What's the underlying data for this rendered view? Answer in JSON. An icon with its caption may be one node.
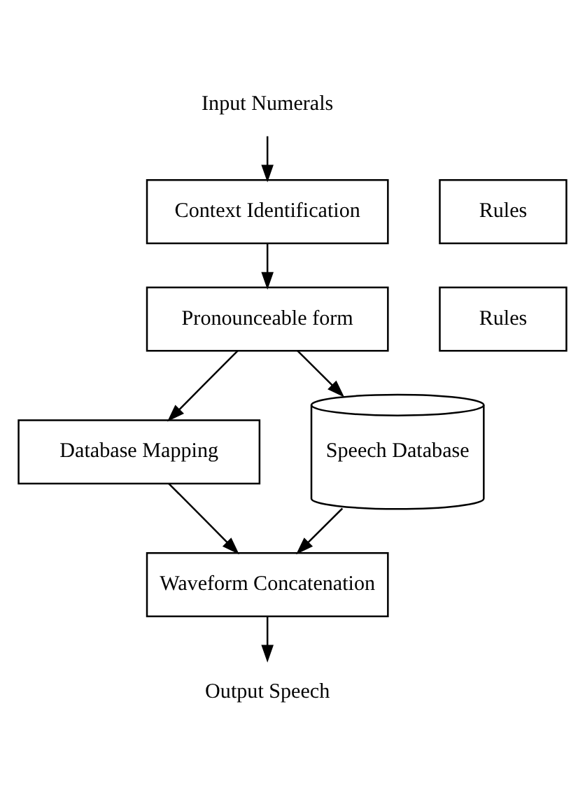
{
  "diagram": {
    "nodes": [
      {
        "text": [
          "Input Numerals"
        ]
      },
      {
        "text": [
          "Context Identification"
        ]
      },
      {
        "text": [
          "Rules"
        ]
      },
      {
        "text": [
          "Pronounceable form"
        ]
      },
      {
        "text": [
          "Rules"
        ]
      },
      {
        "text": [
          "Database Mapping"
        ]
      },
      {
        "text": [
          "Speech Database"
        ]
      },
      {
        "text": [
          "Waveform Concatenation"
        ]
      },
      {
        "text": [
          "Output Speech"
        ]
      }
    ],
    "edges": [
      {
        "from": 0,
        "to": 1,
        "arrow": "to"
      },
      {
        "from": 1,
        "to": 3,
        "arrow": "to"
      },
      {
        "from": 3,
        "to": 5,
        "arrow": "to"
      },
      {
        "from": 3,
        "to": 6,
        "arrow": "to"
      },
      {
        "from": 5,
        "to": 7,
        "arrow": "to"
      },
      {
        "from": 6,
        "to": 7,
        "arrow": "to"
      },
      {
        "from": 7,
        "to": 8,
        "arrow": "to"
      }
    ]
  }
}
